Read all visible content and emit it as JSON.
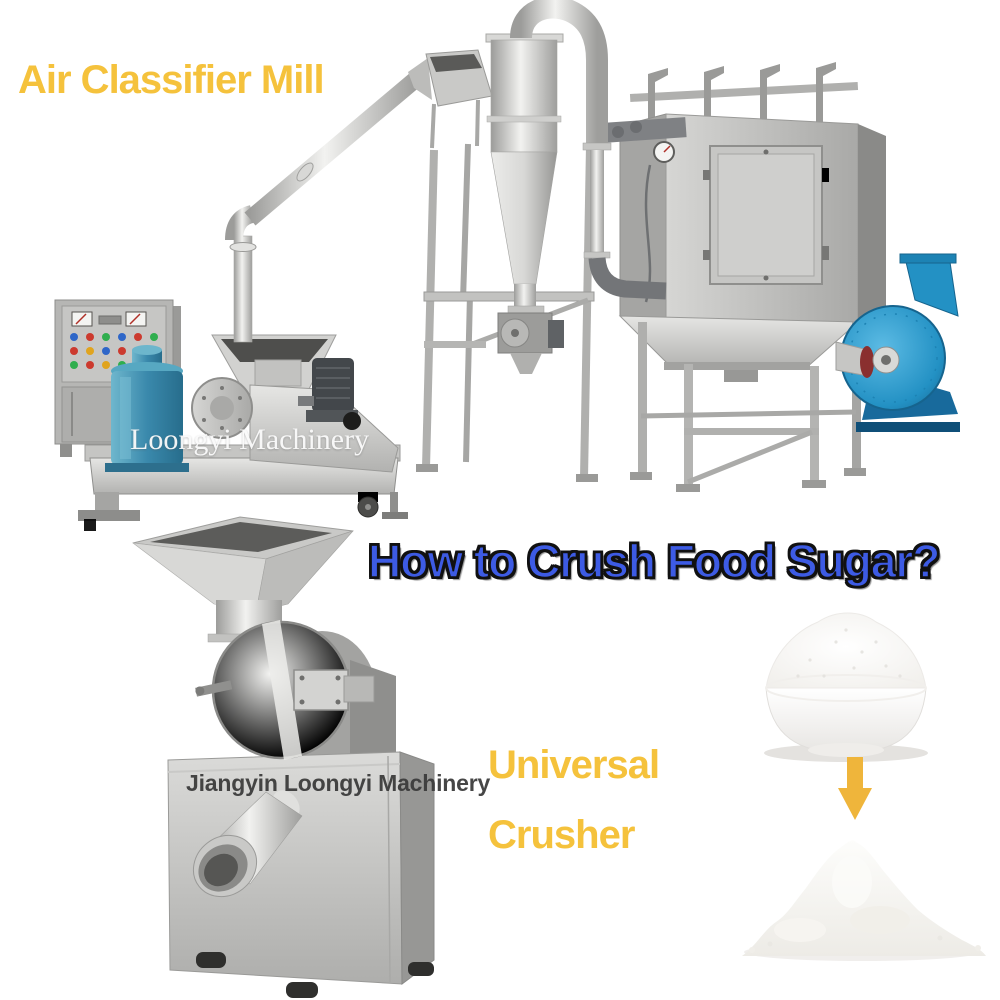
{
  "colors": {
    "background": "#FFFFFF",
    "brand_yellow": "#F5C23C",
    "question_blue": "#3D5BE4",
    "question_outline": "#111111",
    "watermark_white": "#FAFAFA",
    "watermark_dark": "#3B3B3B",
    "steel_light": "#EDEDEB",
    "steel_mid": "#BFBFBD",
    "steel_dark": "#8F8F8D",
    "motor_teal": "#3E93B5",
    "blower_blue": "#2796C8",
    "arrow_yellow": "#EFB53B"
  },
  "texts": {
    "air_classifier_mill_label": "Air Classifier Mill",
    "question_title": "How to Crush Food Sugar?",
    "universal_crusher_line1": "Universal",
    "universal_crusher_line2": "Crusher",
    "watermark_air_classifier": "Loongyi Machinery",
    "watermark_crusher": "Jiangyin Loongyi Machinery"
  },
  "figures": {
    "air_classifier_mill_system": [
      "control-cabinet",
      "mill-motor",
      "grinder-mill",
      "feed-pipe",
      "cyclone-separator",
      "cyclone-stand",
      "dust-collector",
      "blower-fan"
    ],
    "universal_crusher_machine": [
      "feed-hopper",
      "grinding-chamber",
      "cabinet-body",
      "discharge-spout"
    ],
    "sugar_to_powder": [
      "sugar-bowl",
      "down-arrow-icon",
      "powder-pile"
    ]
  }
}
